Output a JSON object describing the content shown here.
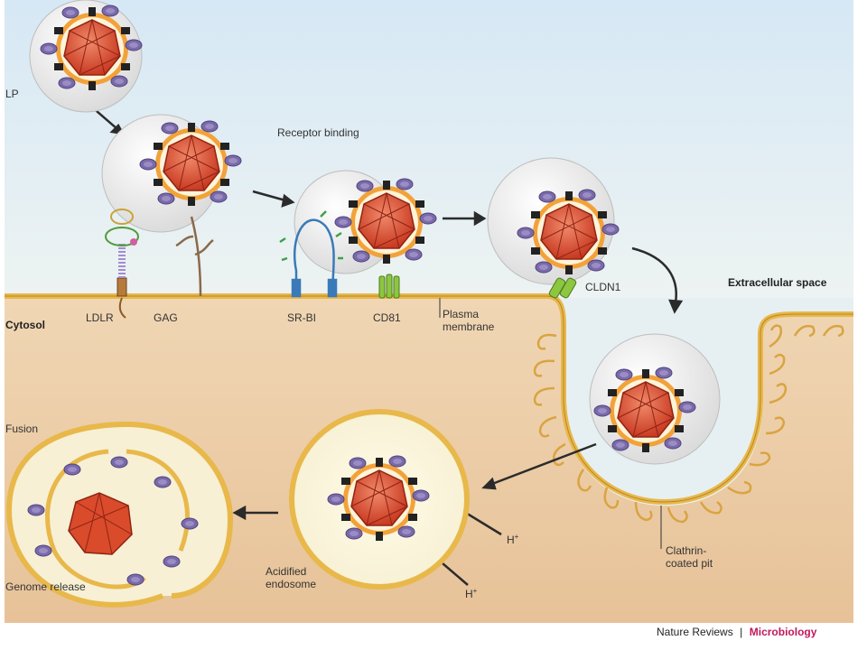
{
  "labels": {
    "lp": "LP",
    "receptor_binding": "Receptor binding",
    "ldlr": "LDLR",
    "gag": "GAG",
    "sr_bi": "SR-BI",
    "cd81": "CD81",
    "plasma_membrane_line1": "Plasma",
    "plasma_membrane_line2": "membrane",
    "cldn1": "CLDN1",
    "extracellular_space": "Extracellular space",
    "cytosol": "Cytosol",
    "fusion": "Fusion",
    "genome_release": "Genome release",
    "acidified_endosome_line1": "Acidified",
    "acidified_endosome_line2": "endosome",
    "h_plus": "H",
    "h_plus_sup": "+",
    "clathrin_line1": "Clathrin-",
    "clathrin_line2": "coated pit"
  },
  "credit": {
    "journal": "Nature Reviews",
    "separator": "|",
    "section": "Microbiology"
  },
  "colors": {
    "extracellular_top": "#dcebf6",
    "extracellular_bottom": "#eaf2f4",
    "cytosol": "#e9c9a0",
    "membrane": "#e8b84a",
    "capsid": "#d94b2b",
    "envelope": "#f2a23a",
    "glycoprotein": "#7a6aa8",
    "lipoprotein_shell": "#e4e4e4"
  }
}
